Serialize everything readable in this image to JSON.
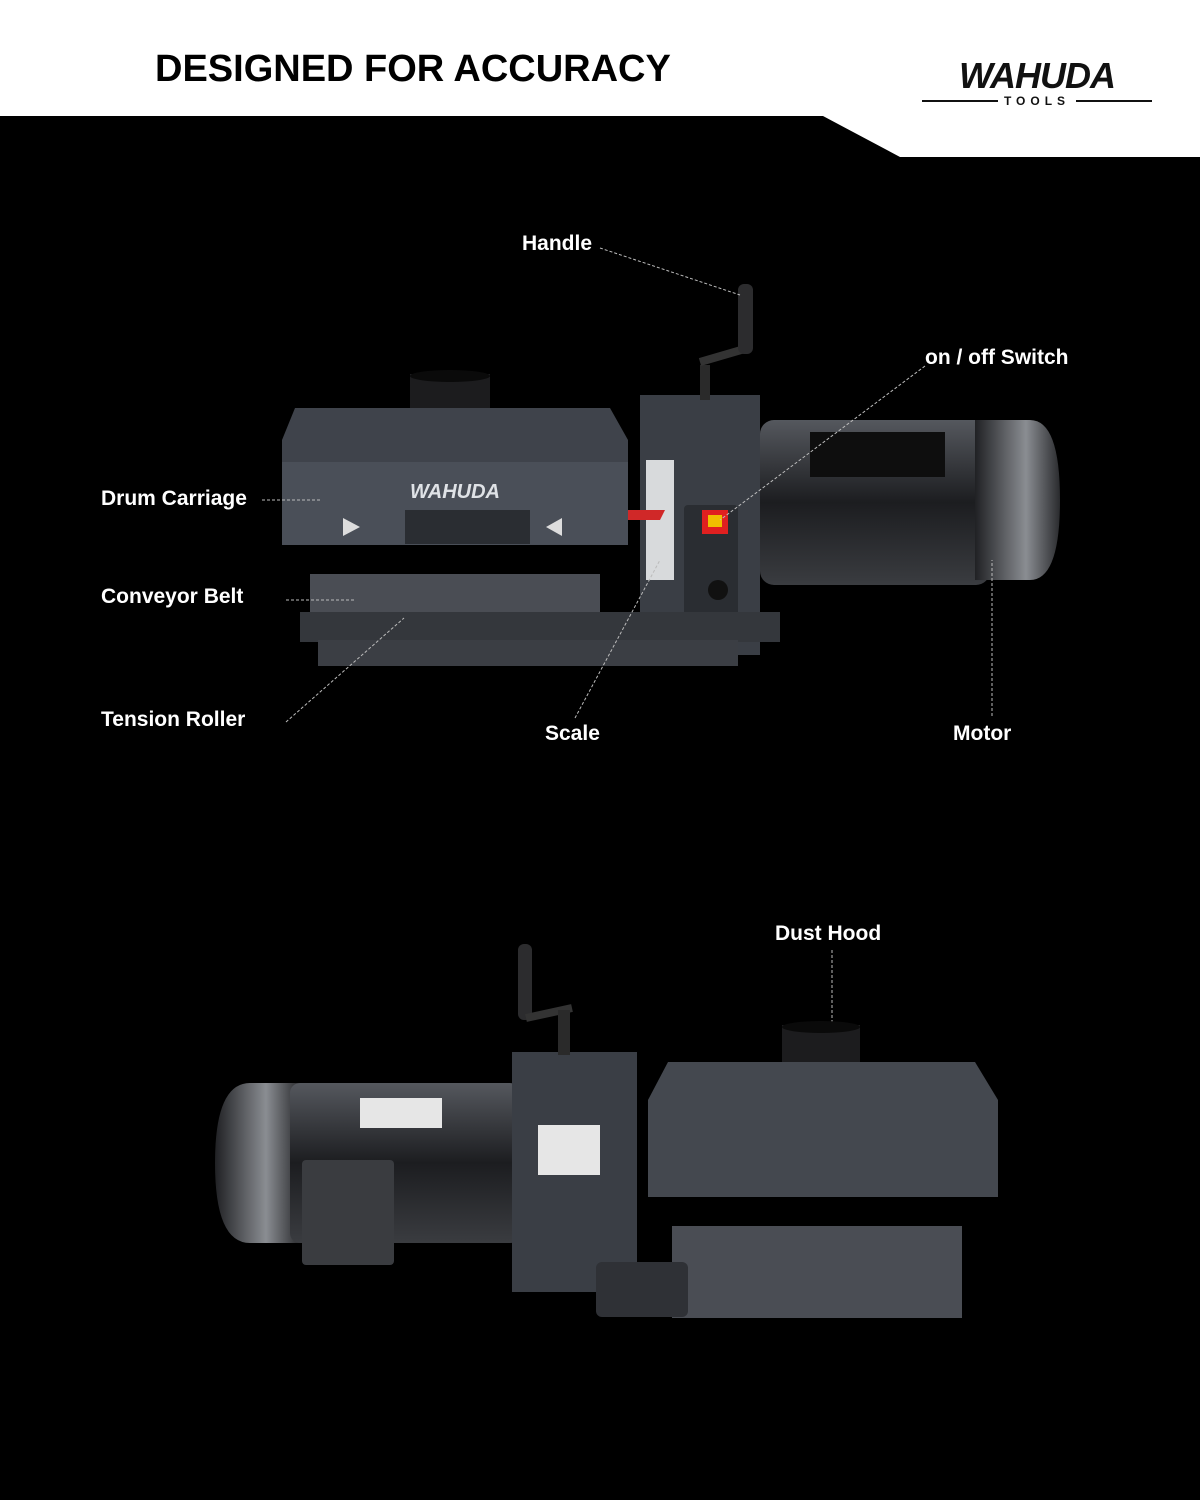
{
  "header": {
    "title": "DESIGNED FOR ACCURACY"
  },
  "logo": {
    "name": "WAHUDA",
    "tagline": "TOOLS"
  },
  "colors": {
    "background": "#000000",
    "header": "#ffffff",
    "machine": "#3c4048",
    "switch": "#e02020",
    "accent": "#f0c000"
  },
  "top_view": {
    "labels": {
      "handle": "Handle",
      "switch": "on / off Switch",
      "drum_carriage": "Drum Carriage",
      "conveyor_belt": "Conveyor Belt",
      "tension_roller": "Tension Roller",
      "scale": "Scale",
      "motor": "Motor"
    }
  },
  "bottom_view": {
    "labels": {
      "dust_hood": "Dust Hood"
    }
  }
}
